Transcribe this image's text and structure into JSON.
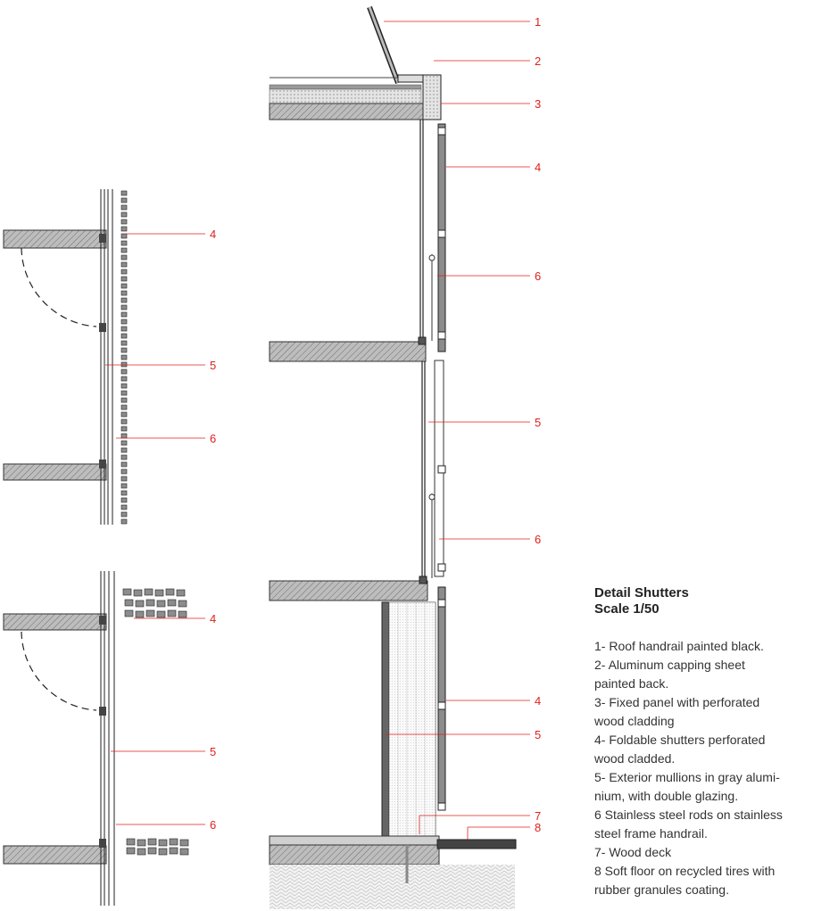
{
  "legend": {
    "title": "Detail Shutters",
    "scale": "Scale 1/50",
    "items": [
      "1- Roof handrail painted black.",
      "2- Aluminum capping sheet",
      "painted back.",
      "3- Fixed panel with perforated",
      "wood cladding",
      "4- Foldable shutters perforated",
      "wood cladded.",
      "5- Exterior mullions in gray alumi-",
      "nium, with double glazing.",
      "6  Stainless steel rods on stainless",
      "steel frame handrail.",
      "7- Wood deck",
      "8  Soft floor on recycled tires with",
      "rubber granules coating."
    ]
  },
  "callouts": {
    "section": [
      "1",
      "2",
      "3",
      "4",
      "6",
      "5",
      "6",
      "4",
      "5",
      "7",
      "8"
    ],
    "plan_top": [
      "4",
      "5",
      "6"
    ],
    "plan_bottom": [
      "4",
      "5",
      "6"
    ]
  },
  "colors": {
    "callout": "#e0201c",
    "line": "#222222",
    "hatch": "#777777",
    "panel": "#8c8c8c"
  }
}
